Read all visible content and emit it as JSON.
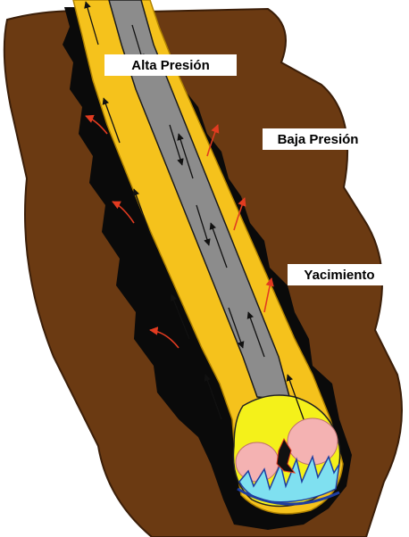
{
  "labels": {
    "high_pressure": "Alta Presión",
    "low_pressure": "Baja Presión",
    "reservoir": "Yacimiento"
  },
  "colors": {
    "formation": "#6b3a12",
    "annulus_fluid": "#f5c21c",
    "drill_pipe": "#8c8c8c",
    "drill_bit_body": "#f4f11a",
    "bit_cones": "#f4b2b2",
    "bit_teeth": "#7fe0f0",
    "filter_cake": "#000000",
    "invasion_arrows": "#e23b20",
    "flow_arrows": "#111111"
  }
}
